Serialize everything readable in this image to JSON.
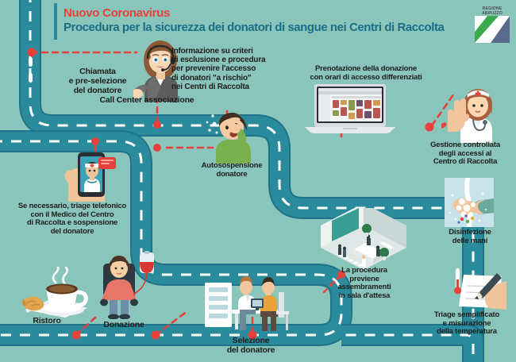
{
  "page": {
    "background_color": "#8ac5bb",
    "road_color": "#2a8b9d",
    "road_edge_color": "#1d7387",
    "accent_red": "#e8413c",
    "title_blue": "#1a6f86"
  },
  "header": {
    "title": "Nuovo Coronavirus",
    "subtitle": "Procedura per la sicurezza dei donatori di sangue nei Centri di Raccolta",
    "logo": {
      "line1": "REGIONE",
      "line2": "ABRUZZO",
      "green": "#3aa84c",
      "blue": "#5a6a8c",
      "white": "#ffffff"
    }
  },
  "steps": [
    {
      "id": "chiamata",
      "label": "Chiamata\ne pre-selezione\ndel donatore",
      "icon": "operator-headset-icon"
    },
    {
      "id": "call-center",
      "label": "Call Center associazione",
      "icon": "call-center-icon"
    },
    {
      "id": "informazione",
      "label": "Informazione su criteri\ndi esclusione e procedura\nper prevenire l'accesso\ndi donatori \"a rischio\"\nnei Centri di Raccolta",
      "icon": "info-text-icon"
    },
    {
      "id": "autosospensione",
      "label": "Autosospensione\ndonatore",
      "icon": "coughing-person-icon"
    },
    {
      "id": "triage-telefonico",
      "label": "Se necessario, triage telefonico\ncon il Medico del Centro\ndi Raccolta e sospensione\ndel donatore",
      "icon": "smartphone-video-call-icon"
    },
    {
      "id": "prenotazione",
      "label": "Prenotazione della donazione\ncon orari di accesso differenziati",
      "icon": "laptop-calendar-icon"
    },
    {
      "id": "gestione-accessi",
      "label": "Gestione controllata\ndegli accessi al\nCentro di Raccolta",
      "icon": "nurse-stop-hand-icon"
    },
    {
      "id": "disinfezione",
      "label": "Disinfezione\ndelle mani",
      "icon": "hand-washing-icon"
    },
    {
      "id": "triage-temperatura",
      "label": "Triage semplificato\ne misurazione\ndella temperatura",
      "icon": "thermometer-clipboard-icon"
    },
    {
      "id": "sala-attesa",
      "label": "La procedura\npreviene\nassembramenti\nin sala d'attesa",
      "icon": "waiting-room-icon"
    },
    {
      "id": "selezione",
      "label": "Selezione\ndel donatore",
      "icon": "doctor-desk-icon"
    },
    {
      "id": "donazione",
      "label": "Donazione",
      "icon": "blood-donation-chair-icon"
    },
    {
      "id": "ristoro",
      "label": "Ristoro",
      "icon": "coffee-croissant-icon"
    }
  ]
}
